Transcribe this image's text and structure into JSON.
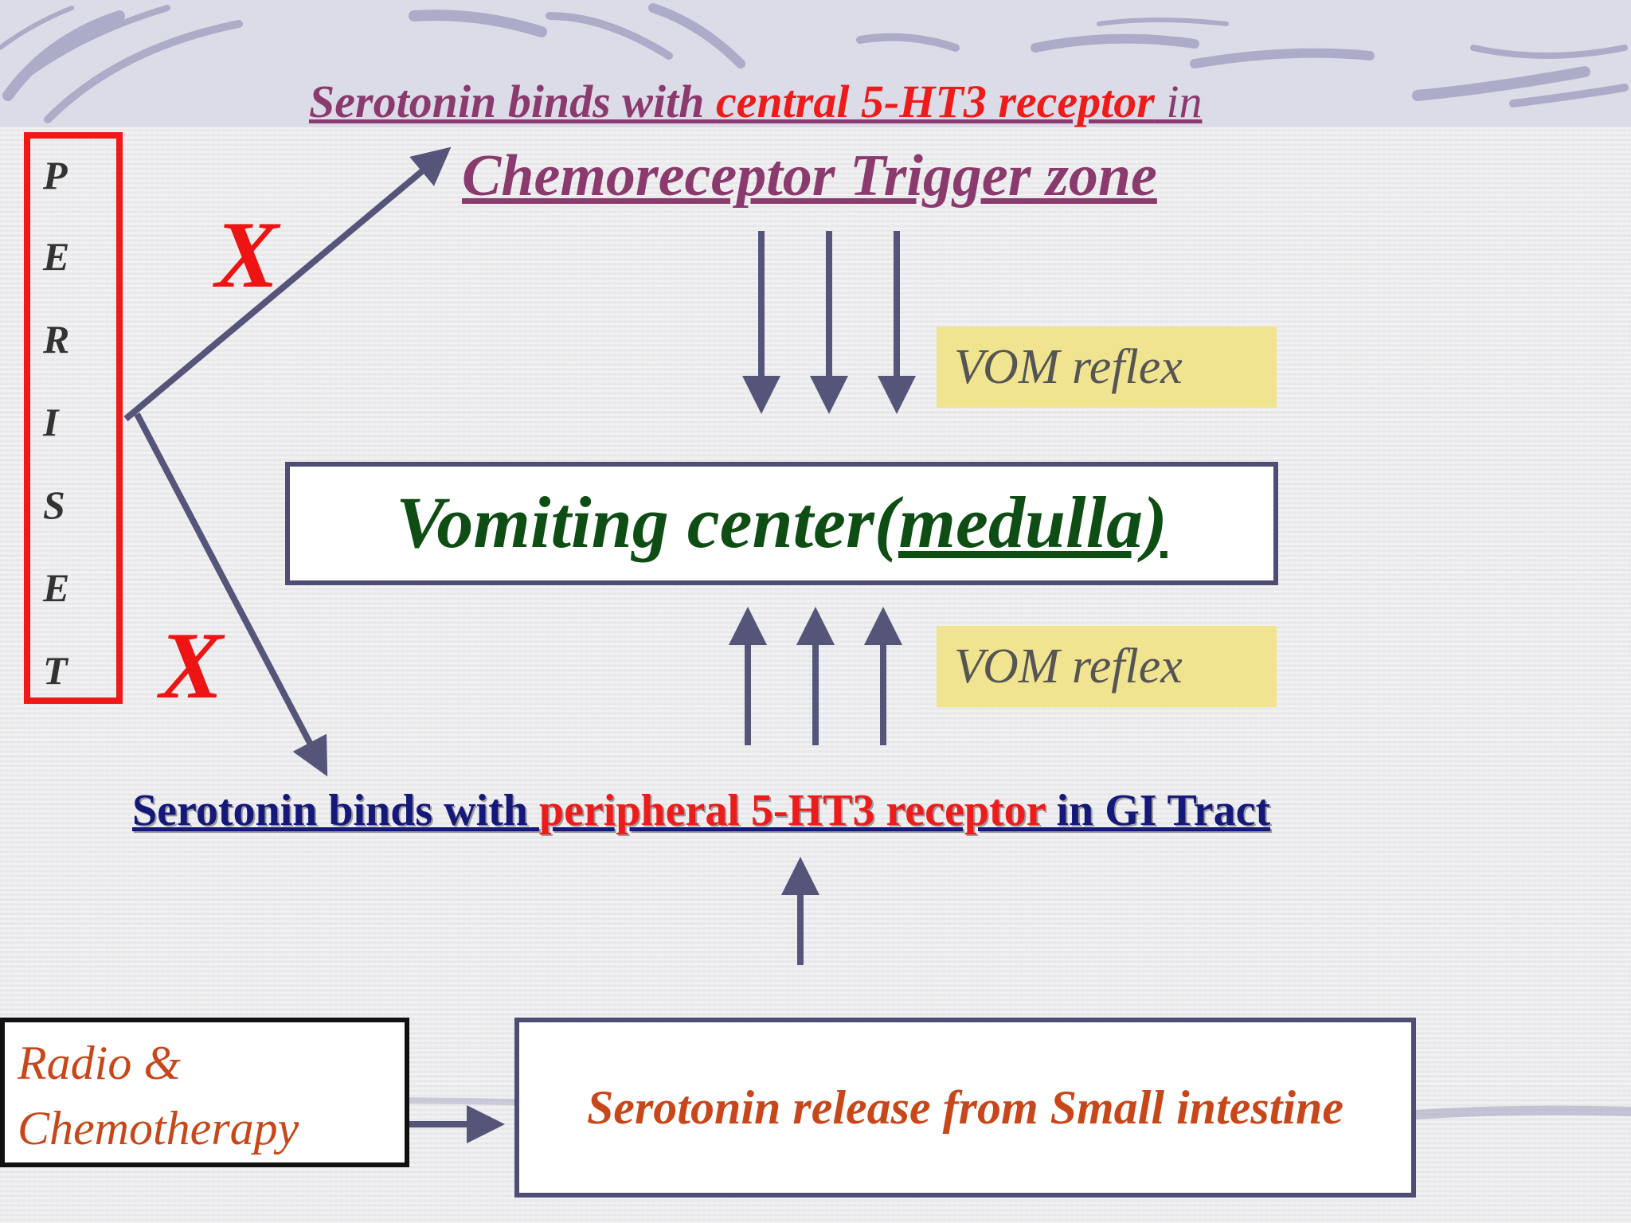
{
  "title_line1": {
    "part1": "Serotonin binds with ",
    "part2": "central 5-HT3 receptor",
    "part3": " in"
  },
  "title_line2": "Chemoreceptor Trigger zone",
  "periset_letters": [
    "P",
    "E",
    "R",
    "I",
    "S",
    "E",
    "T"
  ],
  "block_marks": [
    "X",
    "X"
  ],
  "vom_reflex_top": "VOM reflex",
  "vom_reflex_bottom": "VOM reflex",
  "vomiting_center": {
    "main": "Vomiting center",
    "underlined": "(medulla)"
  },
  "peripheral": {
    "part1": "Serotonin binds with ",
    "part2": "peripheral 5-HT3 receptor",
    "part3": " in GI Tract"
  },
  "radio_box": {
    "line1": "Radio &",
    "line2": "Chemotherapy"
  },
  "release_box": "Serotonin release from Small intestine",
  "colors": {
    "arrow": "#55557a",
    "red": "#ee1b1b",
    "magenta": "#8b3a6e",
    "green": "#0e4d14",
    "navy": "#141878",
    "orange": "#c8471a",
    "tag": "#f0e490"
  }
}
